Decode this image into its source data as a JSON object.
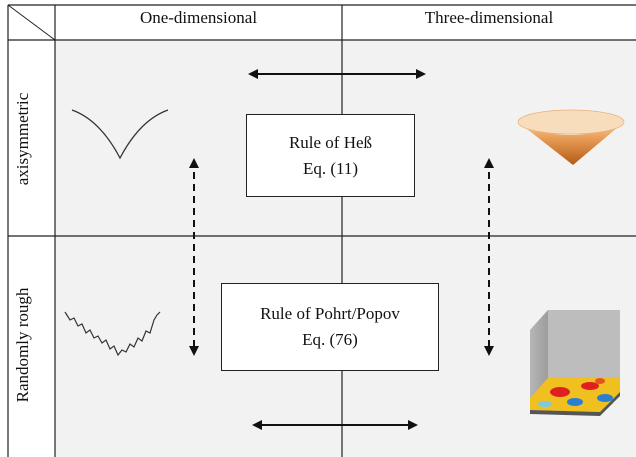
{
  "columns": [
    "One-dimensional",
    "Three-dimensional"
  ],
  "rows": [
    "axisymmetric",
    "Randomly rough"
  ],
  "box_top": {
    "title": "Rule of Heß",
    "equation": "Eq. (11)"
  },
  "box_bottom": {
    "title": "Rule of Pohrt/Popov",
    "equation": "Eq. (76)"
  },
  "colors": {
    "grid_bg": "#f2f2f2",
    "line": "#222222",
    "cone": "#e08a3c",
    "surface_hot": "#e02020",
    "surface_mid": "#f0d020",
    "surface_cold": "#2a7fd0"
  }
}
